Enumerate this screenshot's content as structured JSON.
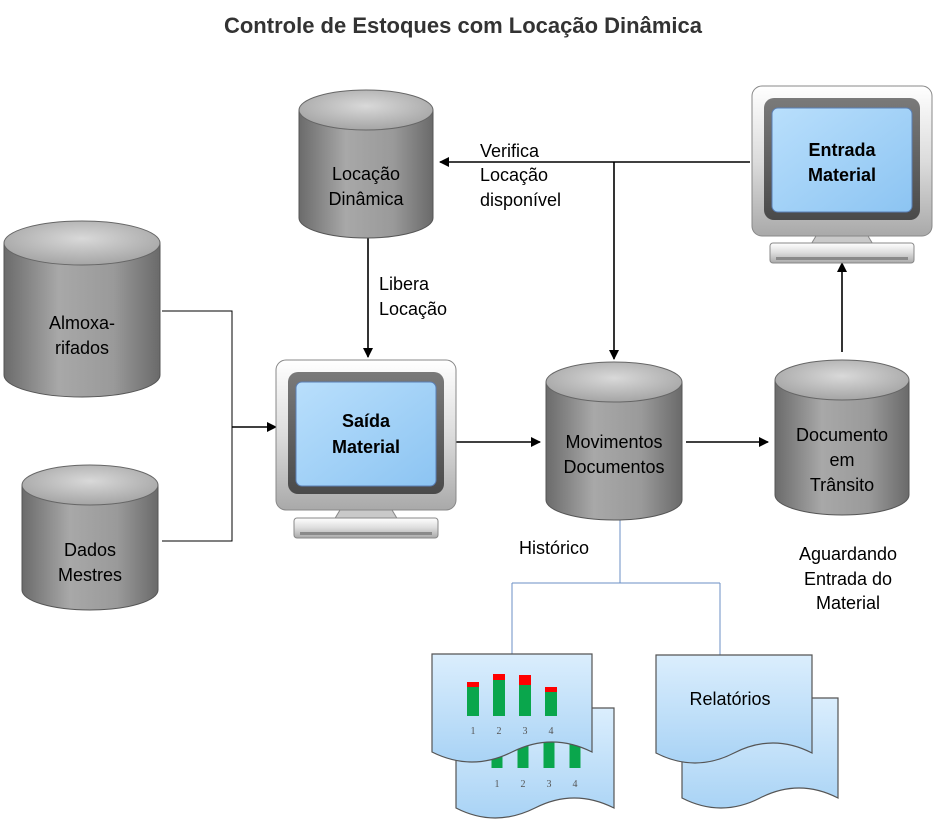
{
  "title": "Controle de Estoques com Locação Dinâmica",
  "nodes": {
    "locacao": [
      "Locação",
      "Dinâmica"
    ],
    "almox": [
      "Almoxa-",
      "rifados"
    ],
    "dados": [
      "Dados",
      "Mestres"
    ],
    "saida": [
      "Saída",
      "Material"
    ],
    "entrada": [
      "Entrada",
      "Material"
    ],
    "movimentos": [
      "Movimentos",
      "Documentos"
    ],
    "transito": [
      "Documento",
      "em",
      "Trânsito"
    ],
    "relatorios": [
      "Relatórios"
    ]
  },
  "edge_labels": {
    "verifica": [
      "Verifica",
      "Locação",
      "disponível"
    ],
    "libera": [
      "Libera",
      "Locação"
    ],
    "historico": "Histórico",
    "aguardando": [
      "Aguardando",
      "Entrada do",
      "Material"
    ]
  },
  "mini_chart": {
    "categories": [
      "1",
      "2",
      "3",
      "4"
    ],
    "green": [
      29,
      36,
      31,
      24
    ],
    "red": [
      5,
      6,
      10,
      5
    ],
    "ymax": 45,
    "colors": {
      "green": "#0aa64c",
      "red": "#ff0000"
    }
  },
  "colors": {
    "cylinder_body": "#9a9a9a",
    "cylinder_dark": "#5e5e5e",
    "screen": "#9fd0f7",
    "paper": "#bfe0fa"
  }
}
